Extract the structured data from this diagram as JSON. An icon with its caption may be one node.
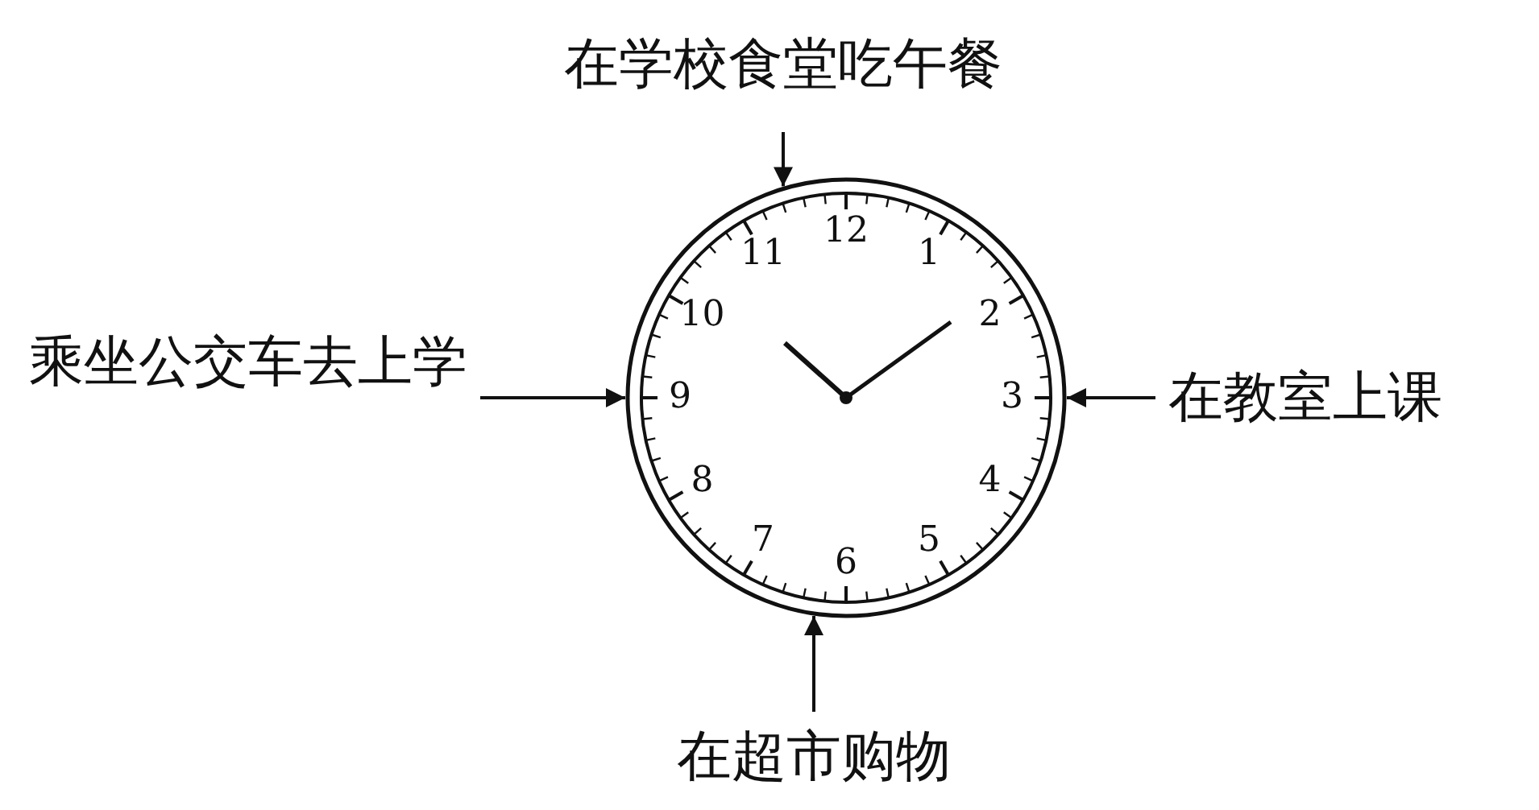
{
  "diagram": {
    "nodes": [
      {
        "text": [
          "在学校食堂吃午餐"
        ]
      },
      {
        "text": [
          "乘坐公交车去上学"
        ]
      },
      {
        "text": [
          "在教室上课"
        ]
      },
      {
        "text": [
          "在超市购物"
        ]
      },
      {
        "text": [],
        "shape": "circle"
      }
    ],
    "edges": [
      {
        "from": 0,
        "to": 4,
        "arrow": "to"
      },
      {
        "from": 1,
        "to": 4,
        "arrow": "to"
      },
      {
        "from": 2,
        "to": 4,
        "arrow": "to"
      },
      {
        "from": 3,
        "to": 4,
        "arrow": "to"
      }
    ],
    "labels": [
      "12",
      "1",
      "2",
      "3",
      "4",
      "5",
      "6",
      "7",
      "8",
      "9",
      "10",
      "11"
    ]
  }
}
